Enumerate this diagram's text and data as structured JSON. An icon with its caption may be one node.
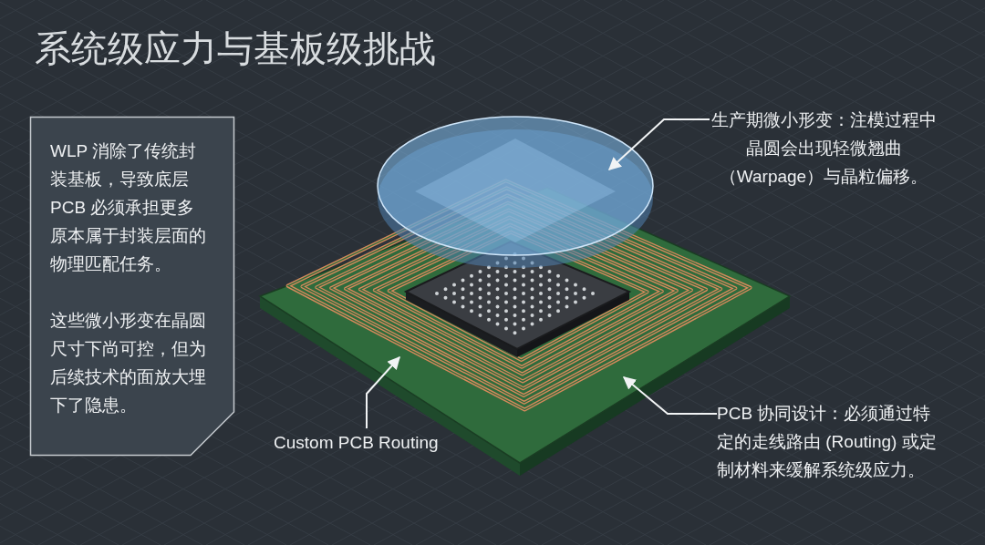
{
  "diagram": {
    "title": "系统级应力与基板级挑战",
    "nodes": [
      {
        "text": [
          "WLP 消除了传统封装基板，导致底层 PCB 必须承担更多原本属于封装层面的物理匹配任务。",
          "这些微小形变在晶圆尺寸下尚可控，但为后续技术的面放大埋下了隐患。"
        ]
      },
      {
        "text": [
          "生产期微小形变：注模过程中晶圆会出现轻微翘曲（Warpage）与晶粒偏移。"
        ]
      },
      {
        "text": [],
        "shape": "picture"
      },
      {
        "text": [
          "Custom PCB Routing"
        ]
      },
      {
        "text": [],
        "shape": "picture"
      },
      {
        "text": [
          "PCB 协同设计：必须通过特定的走线路由 (Routing) 或定制材料来缓解系统级应力。"
        ]
      }
    ],
    "edges": [
      {
        "from": 1,
        "to": 2,
        "arrow": "to"
      },
      {
        "from": 3,
        "to": 4,
        "arrow": "to"
      },
      {
        "from": 5,
        "to": 4,
        "arrow": "to"
      }
    ]
  }
}
